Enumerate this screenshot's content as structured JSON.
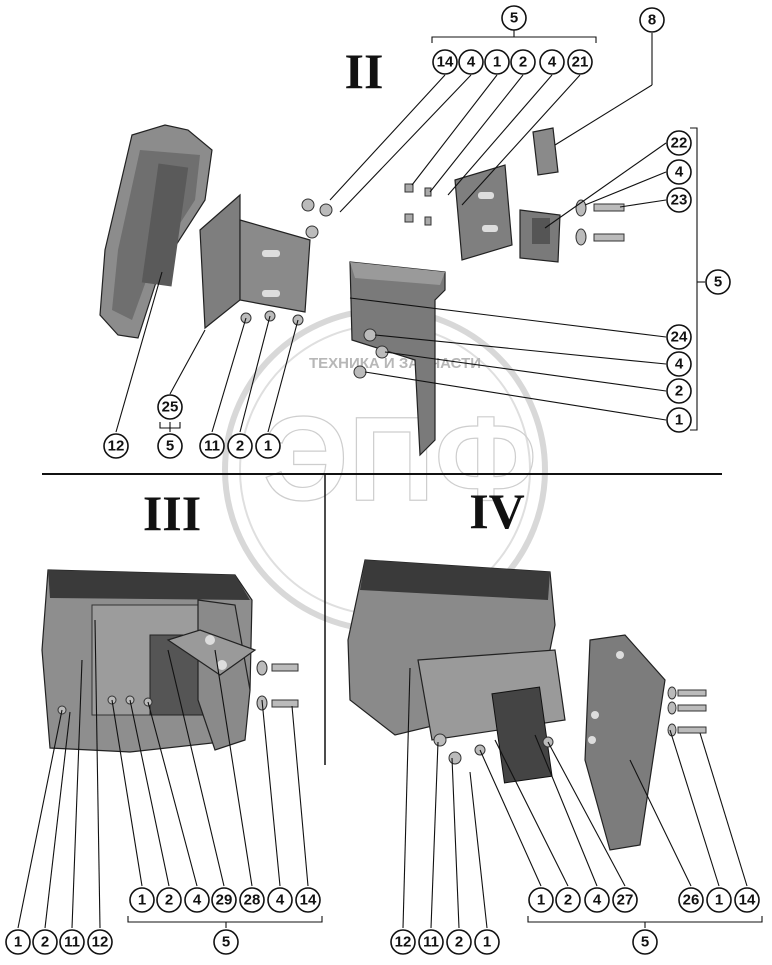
{
  "sections": [
    {
      "id": "II",
      "label": "II"
    },
    {
      "id": "III",
      "label": "III"
    },
    {
      "id": "IV",
      "label": "IV"
    }
  ],
  "watermark": {
    "text": "ТЕХНИКА И ЗАПЧАСТИ",
    "logo": "ЭПФ"
  },
  "callouts": {
    "II_group_top": "5",
    "II_top_row": [
      "14",
      "4",
      "1",
      "2",
      "4",
      "21"
    ],
    "II_8": "8",
    "II_right_col": [
      "22",
      "4",
      "23"
    ],
    "II_right_group": "5",
    "II_right_lower": [
      "24",
      "4",
      "2",
      "1"
    ],
    "II_25": "25",
    "II_25_group": "5",
    "II_bottom_left": [
      "12",
      "11",
      "2",
      "1"
    ],
    "III_row": [
      "1",
      "2",
      "4",
      "29",
      "28",
      "4",
      "14"
    ],
    "III_row_group": "5",
    "III_left": [
      "1",
      "2",
      "11",
      "12"
    ],
    "IV_row": [
      "1",
      "2",
      "4",
      "27"
    ],
    "IV_row_right": [
      "26",
      "1",
      "14"
    ],
    "IV_row_group": "5",
    "IV_bottom": [
      "12",
      "11",
      "2",
      "1"
    ]
  }
}
